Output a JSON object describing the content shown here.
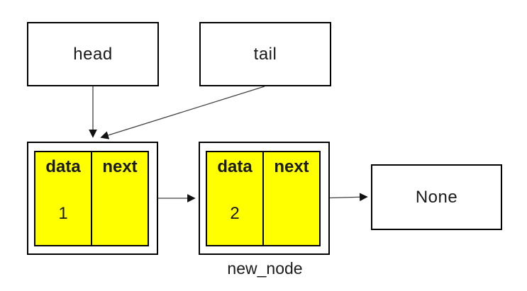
{
  "diagram": {
    "type": "singly-linked-list",
    "pointers": {
      "head": {
        "label": "head"
      },
      "tail": {
        "label": "tail"
      }
    },
    "nodes": [
      {
        "field_data": "data",
        "field_next": "next",
        "value": "1"
      },
      {
        "field_data": "data",
        "field_next": "next",
        "value": "2",
        "caption": "new_node"
      }
    ],
    "terminator": {
      "label": "None"
    },
    "edges": [
      {
        "from": "head",
        "to": "node-1",
        "style": "vertical-arrow"
      },
      {
        "from": "tail",
        "to": "node-1",
        "style": "diagonal-arrow"
      },
      {
        "from": "node-1.next",
        "to": "node-2",
        "style": "horizontal-arrow"
      },
      {
        "from": "node-2.next",
        "to": "None",
        "style": "horizontal-arrow"
      }
    ],
    "colors": {
      "node_fill": "#ffff00",
      "box_border": "#000000",
      "arrow": "#404040",
      "text": "#1a1a1a",
      "background": "#ffffff"
    }
  }
}
